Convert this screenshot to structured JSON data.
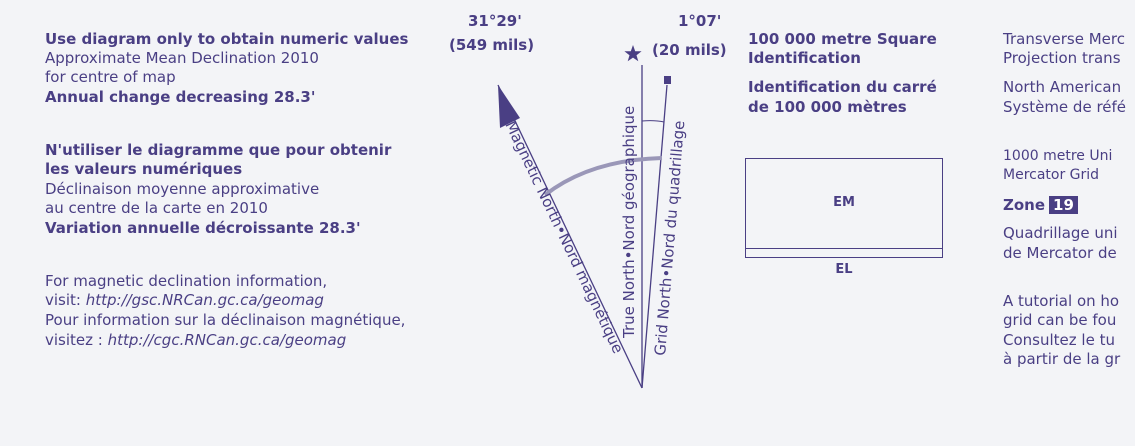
{
  "left_en": {
    "heading": "Use diagram only to obtain numeric values",
    "line1": "Approximate Mean Declination 2010",
    "line2": "for centre of map",
    "annual": "Annual change decreasing 28.3'"
  },
  "left_fr": {
    "heading1": "N'utiliser le diagramme que pour obtenir",
    "heading2": "les valeurs numériques",
    "line1": "Déclinaison moyenne approximative",
    "line2": "au centre de la carte en 2010",
    "annual": "Variation annuelle décroissante 28.3'"
  },
  "left_info": {
    "line1": "For magnetic declination information,",
    "visit_label": "visit: ",
    "visit_url": "http://gsc.NRCan.gc.ca/geomag",
    "line3": "Pour information sur la déclinaison magnétique,",
    "visitez_label": "visitez : ",
    "visitez_url": "http://cgc.RNCan.gc.ca/geomag"
  },
  "diagram": {
    "mag_angle": "31°29'",
    "mag_mils": "(549 mils)",
    "grid_angle": "1°07'",
    "grid_mils": "(20 mils)",
    "magnetic_label": "Magnetic North•Nord magnétique",
    "true_label": "True North•Nord géographique",
    "grid_label": "Grid North•Nord du quadrillage"
  },
  "square_id": {
    "en1": "100 000 metre Square",
    "en2": "Identification",
    "fr1": "Identification du carré",
    "fr2": "de 100 000 mètres",
    "box_top": "EM",
    "box_bottom": "EL"
  },
  "right_col": {
    "line1": "Transverse Merc",
    "line2": "Projection trans",
    "line3": "North American",
    "line4": "Système de réfé",
    "line5": "1000 metre Uni",
    "line6": "Mercator Grid",
    "zone_label": "Zone",
    "zone_number": "19",
    "line7": "Quadrillage uni",
    "line8": "de Mercator de",
    "line9": "A tutorial on ho",
    "line10": "grid can be fou",
    "line11": "Consultez le tu",
    "line12": "à partir de la gr"
  },
  "colors": {
    "ink": "#4a3f84",
    "arc": "#9a97b8",
    "paper": "#f3f4f7"
  }
}
